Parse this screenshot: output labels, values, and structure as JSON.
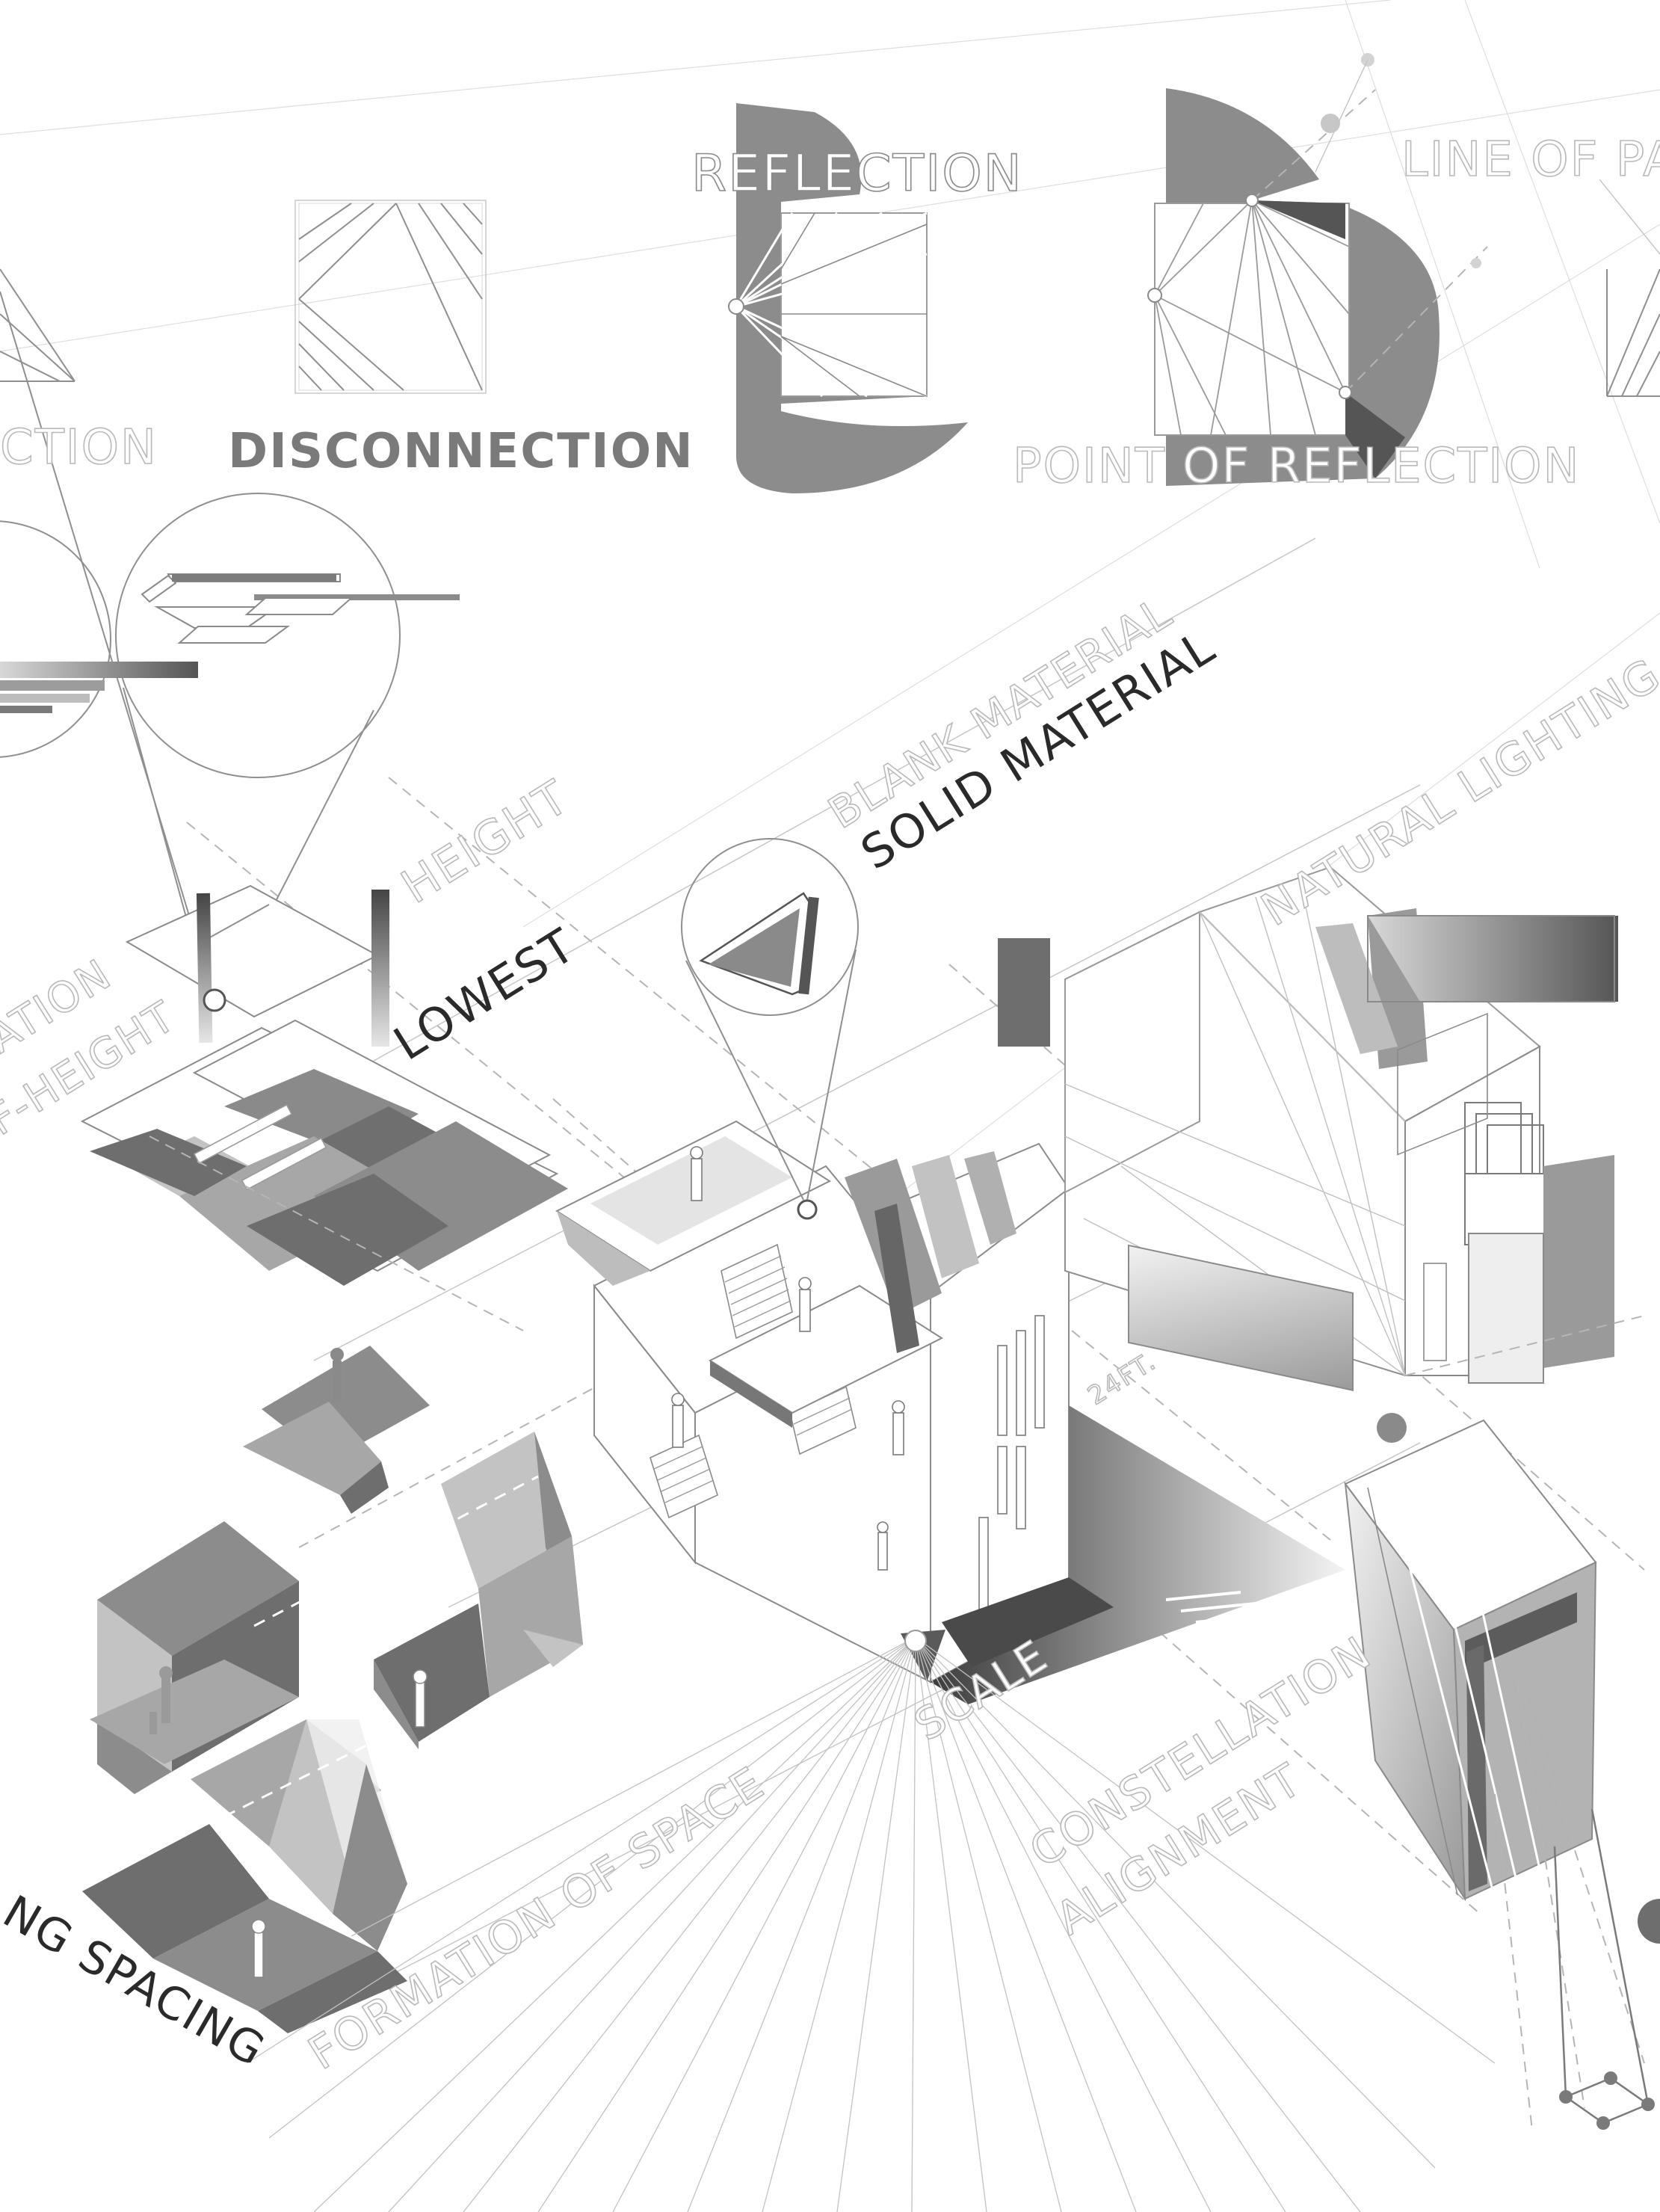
{
  "labels": {
    "reflection": "REFLECTION",
    "line_of_path": "LINE OF PA",
    "disconnection": "DISCONNECTION",
    "connection_partial": "CTION",
    "point_of_reflection": "POINT OF REFLECTION",
    "blank_material": "BLANK MATERIAL",
    "solid_material": "SOLID MATERIAL",
    "natural_lighting": "NATURAL LIGHTING",
    "height": "HEIGHT",
    "lowest": "LOWEST",
    "elevation_partial": "ATION",
    "height_partial": "F-HEIGHT",
    "dimension": "24FT.",
    "scale": "SCALE",
    "constellation": "CONSTELLATION",
    "alignment": "ALIGNMENT",
    "formation_of_space": "FORMATION OF SPACE",
    "spacing_partial": "NG SPACING"
  },
  "colors": {
    "dark_text": "#2a2a2a",
    "mid_gray": "#8c8c8c",
    "ghost_outline": "#b9b9b9",
    "background": "#ffffff"
  }
}
